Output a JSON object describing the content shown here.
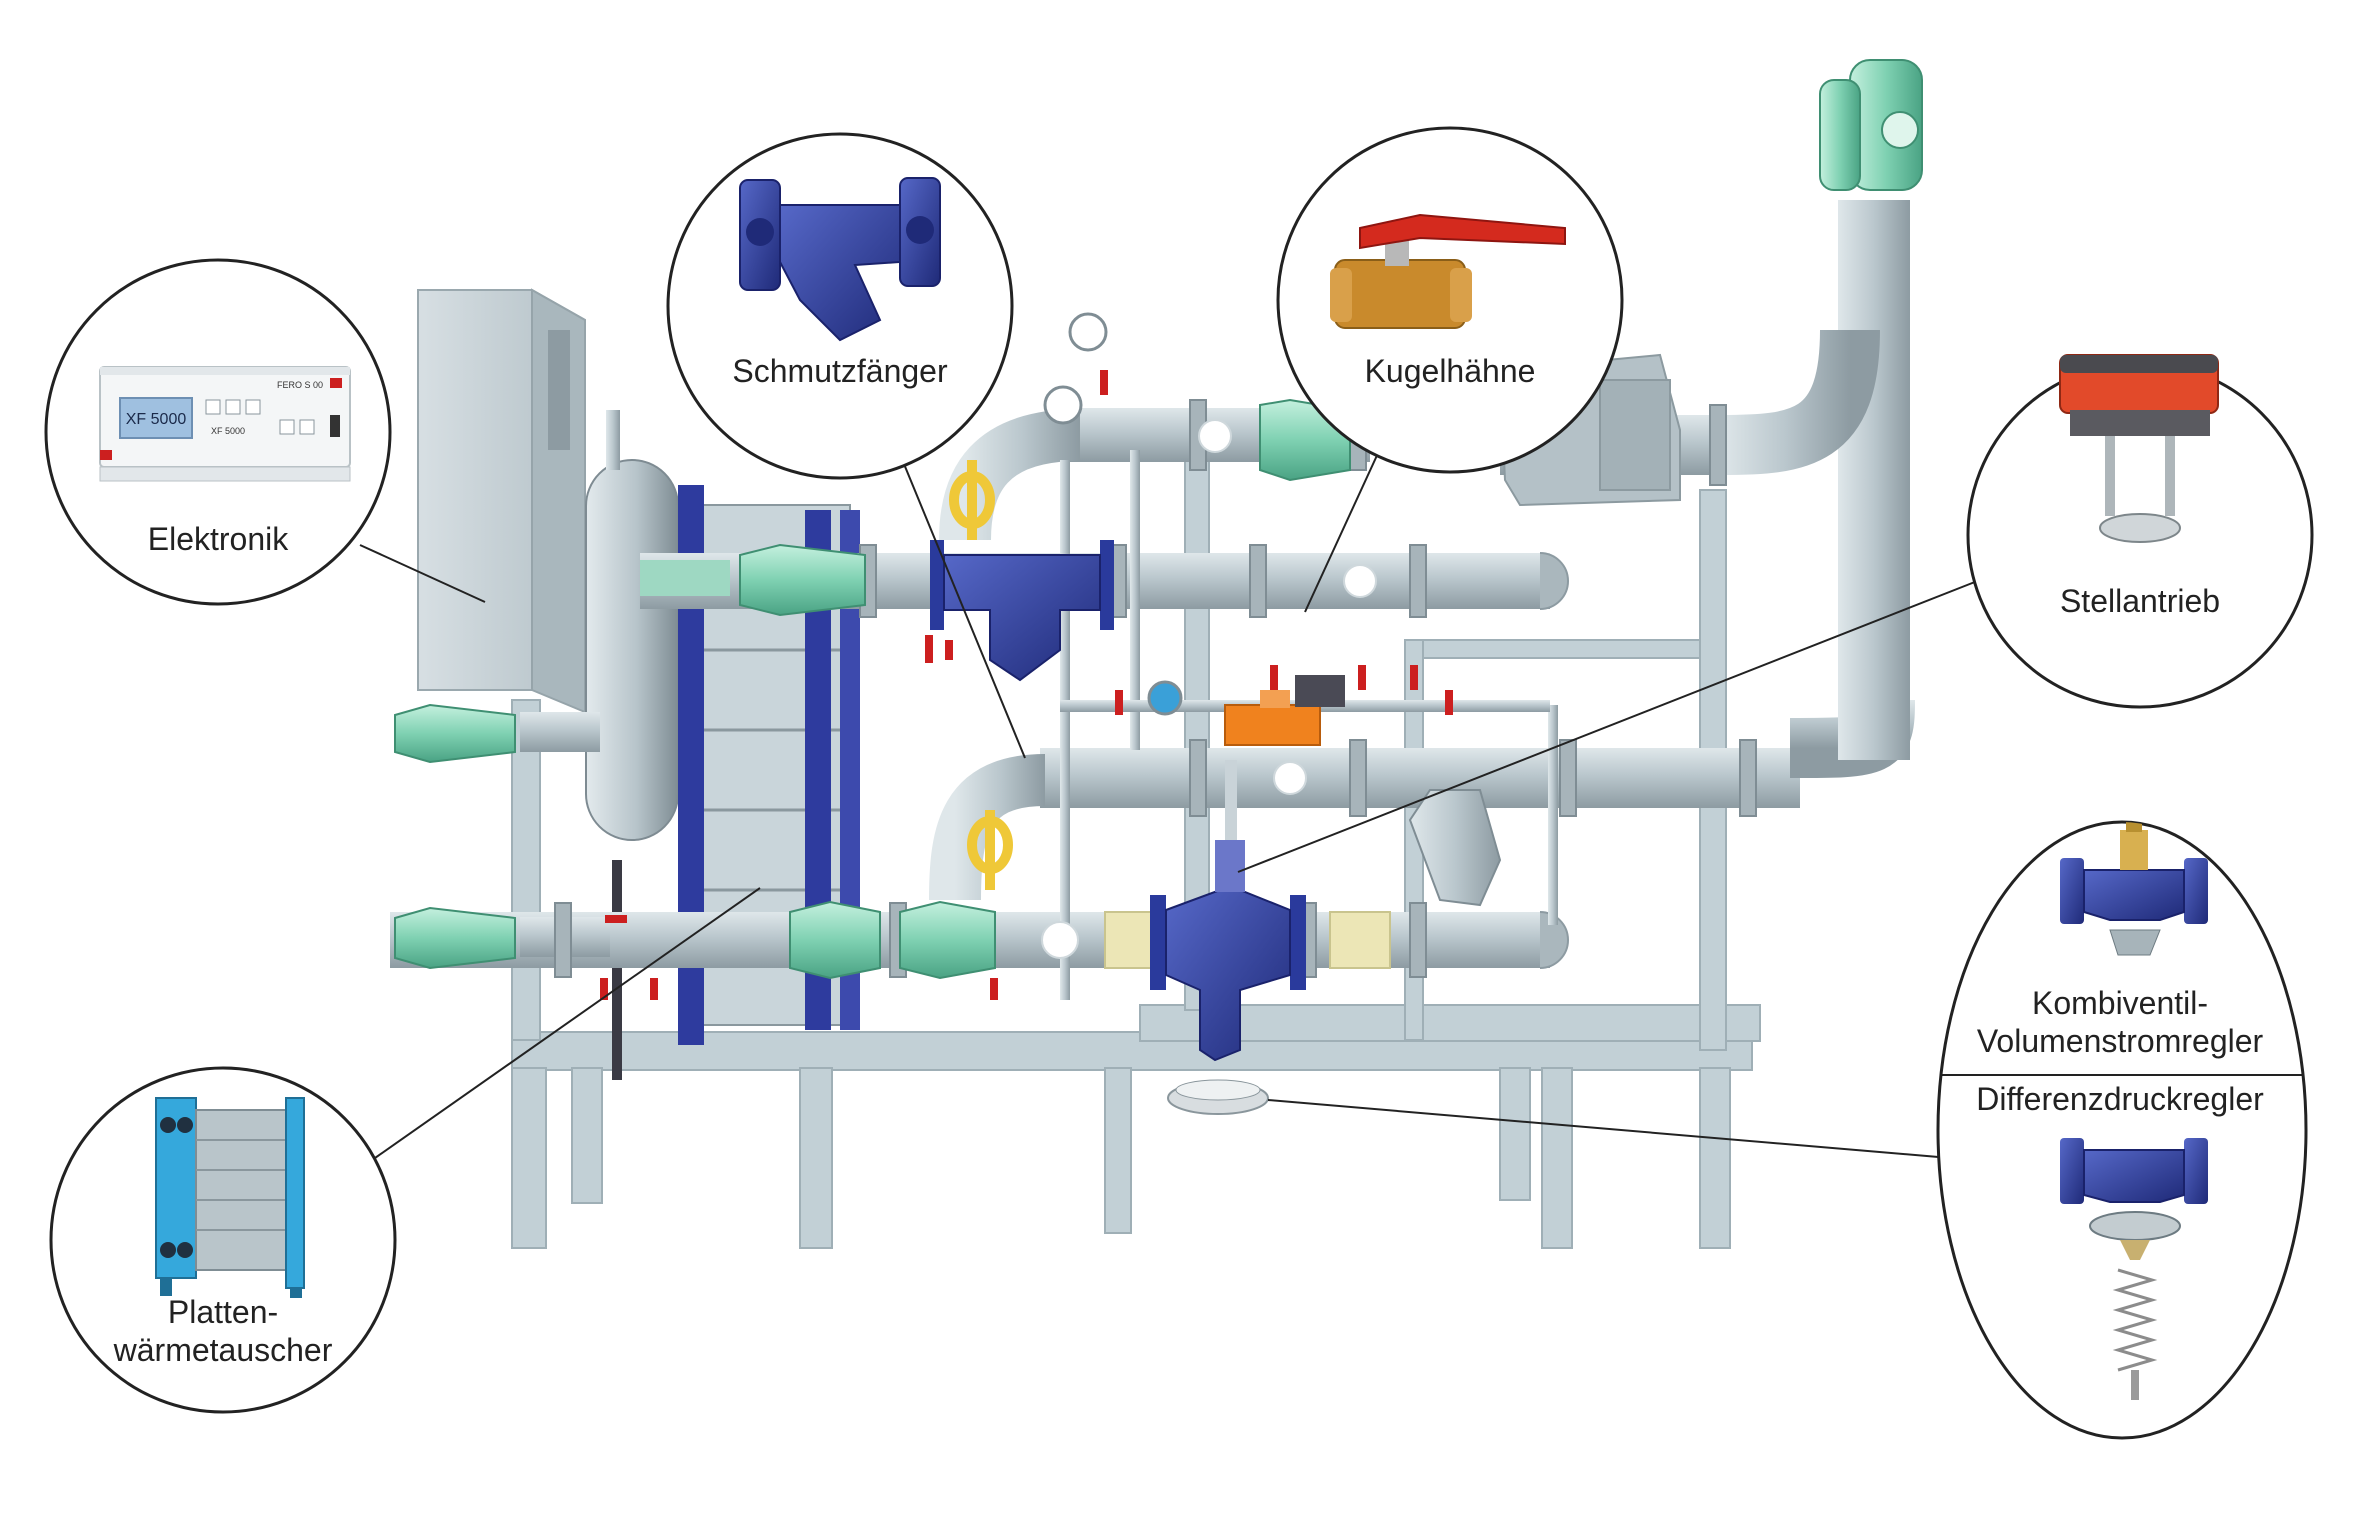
{
  "callouts": {
    "elektronik": {
      "label": "Elektronik",
      "device_display": "XF 5000",
      "device_model": "XF 5000",
      "device_brand": "FERO S 00"
    },
    "schmutzfaenger": {
      "label": "Schmutzfänger"
    },
    "kugelhaehne": {
      "label": "Kugelhähne"
    },
    "stellantrieb": {
      "label": "Stellantrieb"
    },
    "plattenwaermetauscher": {
      "label_line1": "Platten-",
      "label_line2": "wärmetauscher"
    },
    "regler": {
      "upper_line1": "Kombiventil-",
      "upper_line2": "Volumenstromregler",
      "lower": "Differenzdruckregler"
    }
  },
  "colors": {
    "pipe": "#b9c6cc",
    "frame": "#c2d0d6",
    "cabinet": "#c9d3d8",
    "valve_blue": "#2a3a9c",
    "reducer_green": "#7fd1b2",
    "gasket_yellow": "#efc838",
    "handle_red": "#cc1f1f",
    "actuator_orange": "#f0821e",
    "plate_hx_blue": "#35a8dc",
    "callout_border": "#222222"
  }
}
